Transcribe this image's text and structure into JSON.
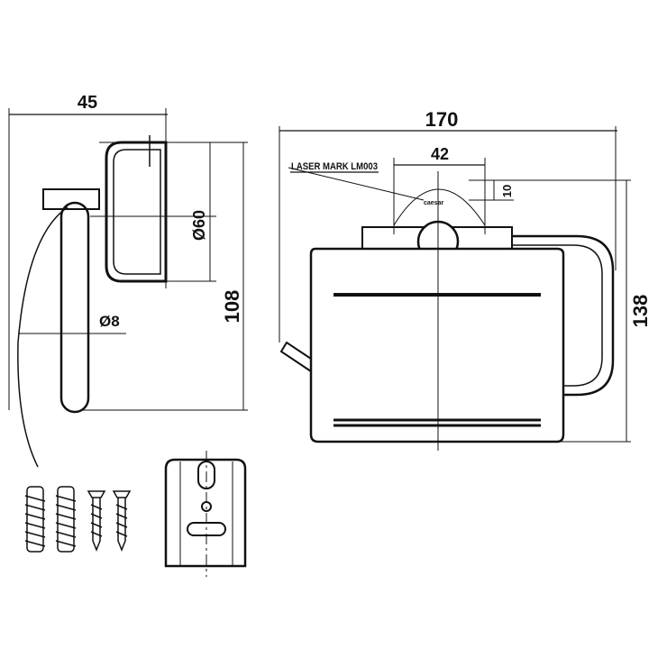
{
  "dimensions": {
    "width_side": "45",
    "diameter_cover": "Ø60",
    "height_side": "108",
    "diameter_rod": "Ø8",
    "width_front": "170",
    "flange_width": "42",
    "flange_offset": "10",
    "height_front": "138"
  },
  "annotations": {
    "laser_mark": "LASER MARK LM003",
    "logo": "caesar"
  }
}
